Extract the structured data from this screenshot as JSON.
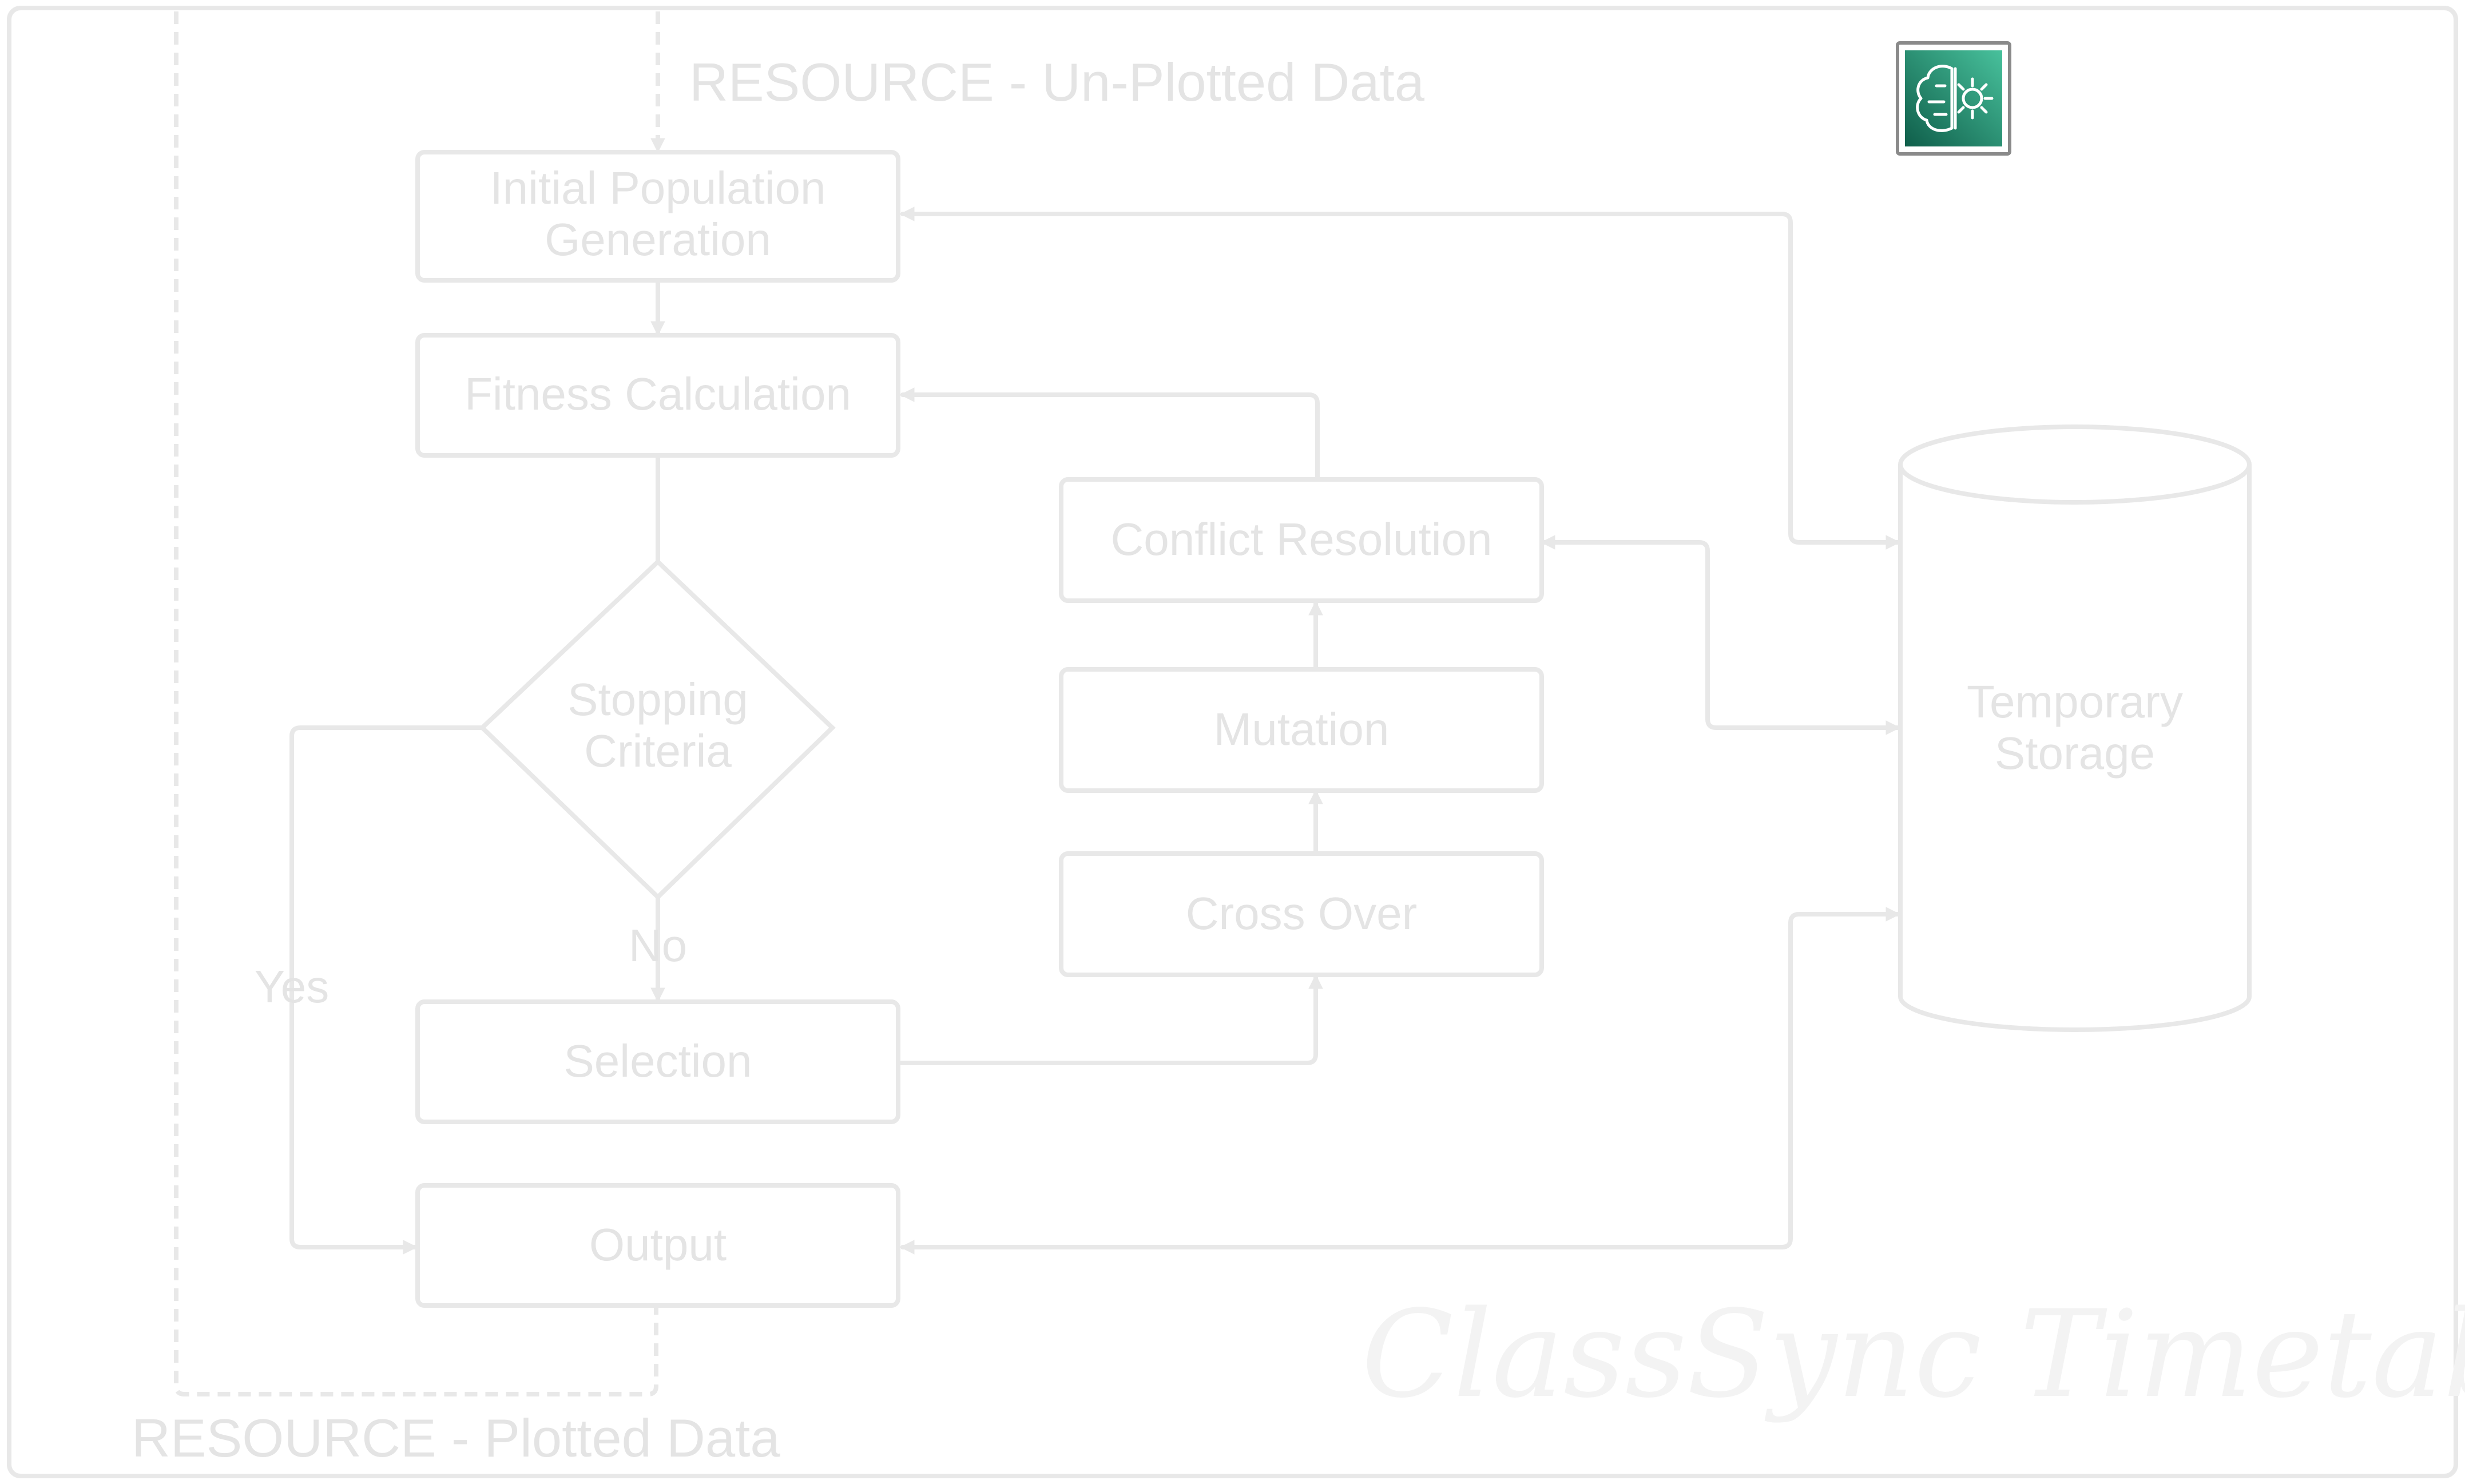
{
  "diagram": {
    "captions": {
      "top": "RESOURCE - Un-Plotted Data",
      "bottom": "RESOURCE - Plotted Data"
    },
    "nodes": {
      "initial_population": [
        "Initial Population",
        "Generation"
      ],
      "fitness": "Fitness Calculation",
      "stopping": [
        "Stopping",
        "Criteria"
      ],
      "selection": "Selection",
      "output": "Output",
      "conflict": "Conflict Resolution",
      "mutation": "Mutation",
      "crossover": "Cross Over",
      "storage": [
        "Temporary",
        "Storage"
      ]
    },
    "edge_labels": {
      "no": "No",
      "yes": "Yes"
    },
    "icon": "ai-brain-gear-icon",
    "watermark": "ClassSync Timetable Generator",
    "colors": {
      "stroke": "#e8e8e8",
      "text": "#e4e4e4",
      "icon_green": "#1f8a6e"
    }
  }
}
